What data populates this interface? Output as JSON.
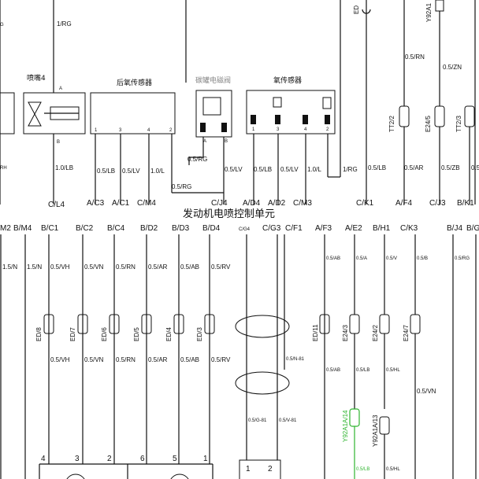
{
  "title": "发动机电喷控制单元",
  "components": {
    "injector4": "喷嘴4",
    "rear_o2": "后氧传感器",
    "canister": "碳罐电磁阀",
    "o2": "氧传感器"
  },
  "top_left": {
    "g": "G",
    "rg": "1/RG",
    "rh": "RH",
    "a": "A",
    "b": "B",
    "lb": "1.0/LB"
  },
  "rear_o2_pins": [
    "1",
    "3",
    "4",
    "2"
  ],
  "rear_o2_wires": [
    "0.5/LB",
    "0.5/LV",
    "1.0/L"
  ],
  "canister_pins": [
    "A",
    "B"
  ],
  "canister_wire": "0.5/RG",
  "o2_pins": [
    "1",
    "3",
    "4",
    "2"
  ],
  "o2_wires": [
    "0.5/LV",
    "0.5/LB",
    "0.5/LV",
    "1.0/L"
  ],
  "misc_top": {
    "ed": "ED",
    "y92": "Y92A1",
    "rn": "0.5/RN",
    "zn": "0.5/ZN",
    "rg_rg": "0.5/RG",
    "one_rg": "1/RG",
    "tt22": "TT2/2",
    "e245": "E24/5",
    "tt23": "TT2/3",
    "lb2": "0.5/LB",
    "ar": "0.5/AR",
    "zb": "0.5/ZB",
    "edge": "0.5/"
  },
  "upper_pins": [
    "C/L4",
    "A/C3",
    "A/C1",
    "C/M4",
    "C/J4",
    "A/D4",
    "A/D2",
    "C/M3",
    "C/K1",
    "A/F4",
    "C/J3",
    "B/K1"
  ],
  "lower_pins": [
    "M2",
    "B/M4",
    "B/C1",
    "B/C2",
    "B/C4",
    "B/D2",
    "B/D3",
    "B/D4",
    "C/G4",
    "C/G3",
    "C/F1",
    "A/F3",
    "A/E2",
    "B/H1",
    "C/K3",
    "B/J4",
    "B/G"
  ],
  "lower_top_wires": [
    "1.5/N",
    "1.5/N",
    "0.5/VH",
    "0.5/VN",
    "0.5/RN",
    "0.5/AR",
    "0.5/AB",
    "0.5/RV"
  ],
  "lower_small_wires": [
    "0.5/AB",
    "0.5/A",
    "0.5/V",
    "0.5/B",
    "0.5/RG"
  ],
  "connectors": [
    "ED/8",
    "ED/7",
    "ED/6",
    "ED/5",
    "ED/4",
    "ED/3",
    "ED/11",
    "E24/3",
    "E24/2",
    "E24/7"
  ],
  "lower_mid_wires": [
    "0.5/VH",
    "0.5/VN",
    "0.5/RN",
    "0.5/AR",
    "0.5/AB",
    "0.5/RV"
  ],
  "shield_wires": {
    "n81": "0.5/N-81",
    "g81": "0.5/G-81",
    "v81": "0.5/V-81"
  },
  "right_lower": {
    "ab": "0.5/AB",
    "lb": "0.5/LB",
    "hl": "0.5/HL",
    "vn": "0.5/VN",
    "y92_14": "Y92A1A/14",
    "y92_13": "Y92A1A/13",
    "lb_bottom": "0.5/LB",
    "hl_bottom": "0.5/HL"
  },
  "bottom_pins": [
    "4",
    "3",
    "2",
    "6",
    "5",
    "1"
  ],
  "bottom_conn_pins": [
    "1",
    "2"
  ]
}
